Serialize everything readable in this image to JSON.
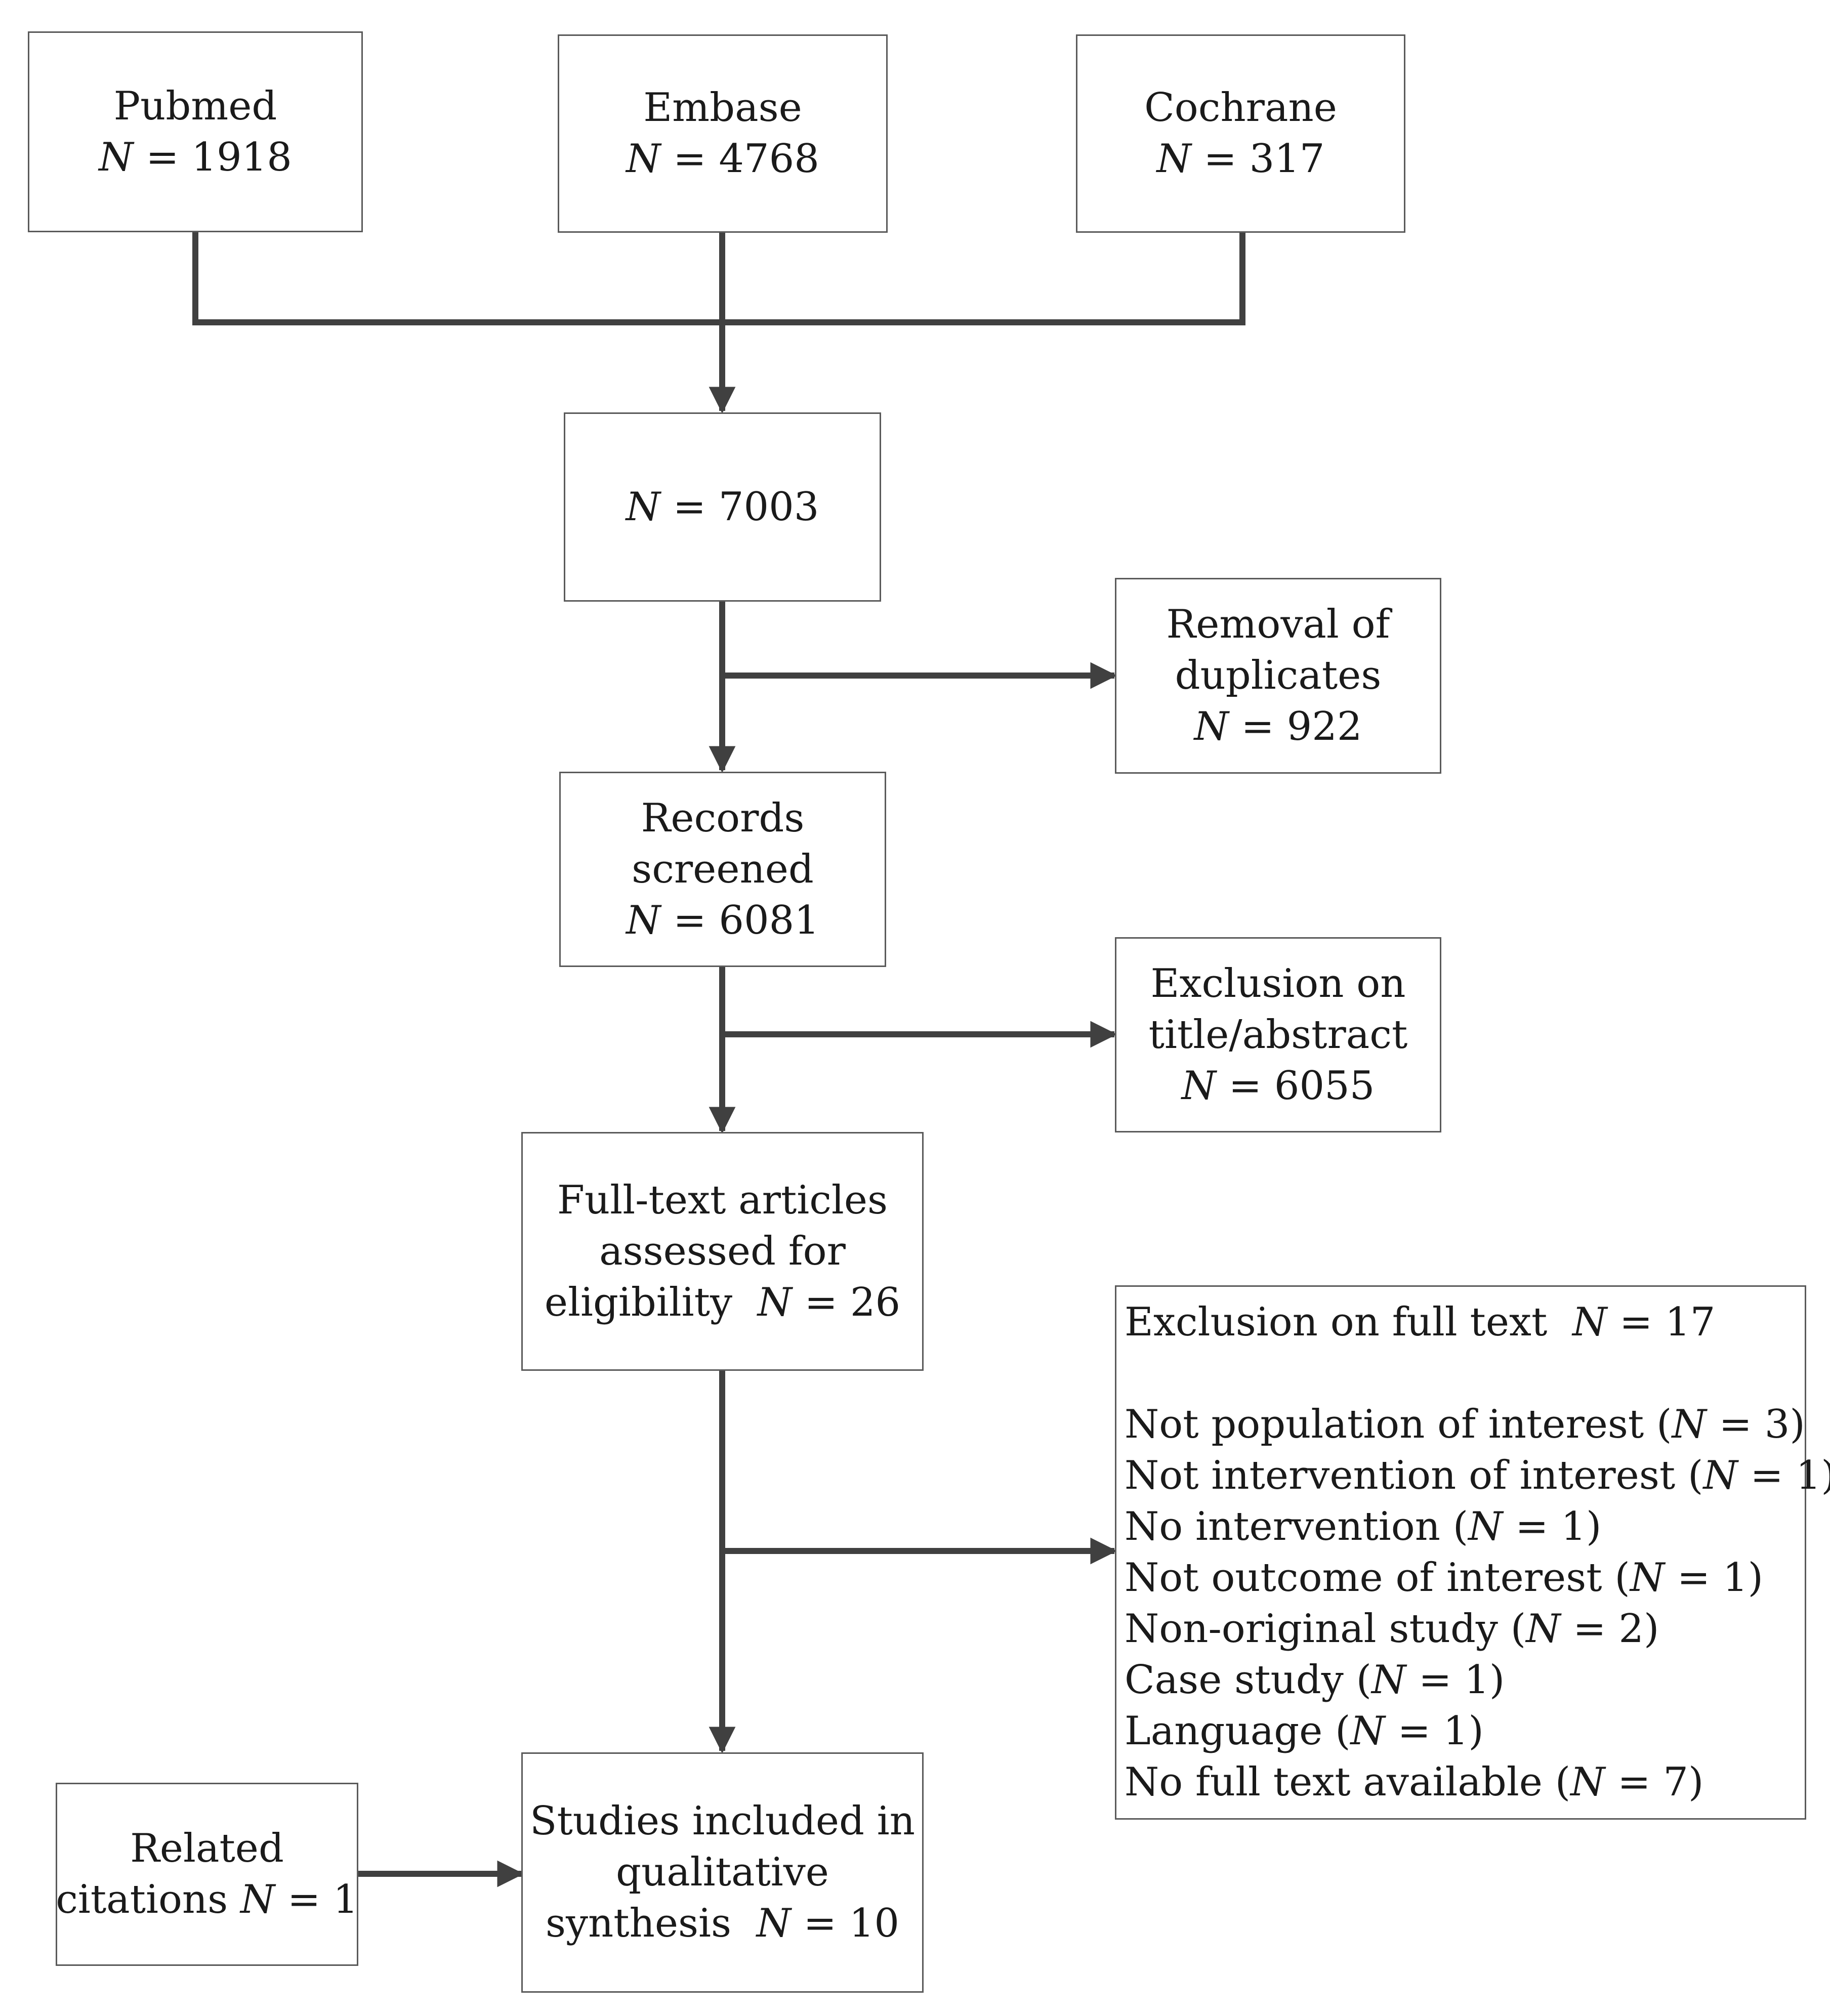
{
  "sources": {
    "pubmed": {
      "label": "Pubmed",
      "n_var": "N",
      "n_val": "= 1918"
    },
    "embase": {
      "label": "Embase",
      "n_var": "N",
      "n_val": "= 4768"
    },
    "cochrane": {
      "label": "Cochrane",
      "n_var": "N",
      "n_val": "= 317"
    }
  },
  "combined": {
    "n_var": "N",
    "n_val": "= 7003"
  },
  "duplicates": {
    "line1": "Removal of",
    "line2": "duplicates",
    "n_var": "N",
    "n_val": "= 922"
  },
  "screened": {
    "line1": "Records",
    "line2": "screened",
    "n_var": "N",
    "n_val": "= 6081"
  },
  "title_exclusion": {
    "line1": "Exclusion on",
    "line2": "title/abstract",
    "n_var": "N",
    "n_val": "= 6055"
  },
  "fulltext": {
    "line1": "Full-text articles",
    "line2": "assessed for",
    "line3": "eligibility",
    "n_var": "N",
    "n_val": "= 26"
  },
  "fulltext_exclusion": {
    "header": "Exclusion on full text",
    "n_var": "N",
    "n_val": "= 17",
    "reasons": [
      {
        "text": "Not population of interest",
        "n": "= 3"
      },
      {
        "text": "Not intervention of interest",
        "n": "= 1"
      },
      {
        "text": "No intervention",
        "n": "= 1"
      },
      {
        "text": "Not outcome of interest",
        "n": "= 1"
      },
      {
        "text": "Non-original study",
        "n": "= 2"
      },
      {
        "text": "Case study",
        "n": "= 1"
      },
      {
        "text": "Language",
        "n": "= 1"
      },
      {
        "text": "No full text available",
        "n": "= 7"
      }
    ]
  },
  "related": {
    "line1": "Related",
    "line2": "citations",
    "n_var": "N",
    "n_val": "= 1"
  },
  "included": {
    "line1": "Studies included in",
    "line2": "qualitative",
    "line3": "synthesis",
    "n_var": "N",
    "n_val": "= 10"
  },
  "colors": {
    "line": "#404040",
    "border": "#5a5a5a",
    "text": "#1a1a1a"
  }
}
